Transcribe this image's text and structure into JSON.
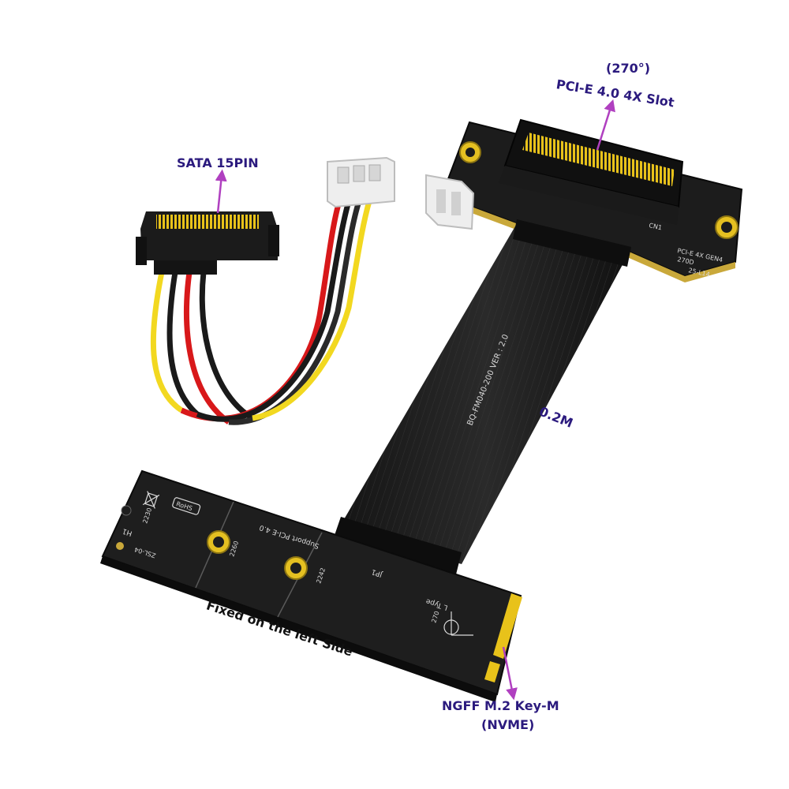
{
  "callouts": {
    "pcie_angle": "(270°)",
    "pcie_slot": "PCI-E 4.0 4X Slot",
    "sata": "SATA 15PIN",
    "length": "0.2M",
    "fixed_side": "Fixed on the left Side",
    "ngff_line1": "NGFF M.2 Key-M",
    "ngff_line2": "(NVME)"
  },
  "board_markings": {
    "ribbon_code": "BQ-FM040-200  VER : 2.0",
    "pcie_board_type": "PCI-E 4X GEN4",
    "pcie_board_angle": "270D",
    "pcie_board_model": "25-L14",
    "pcie_connector_ref": "CN1",
    "m2_support": "Support PCI-E 4.0",
    "m2_model": "ZSL-04",
    "m2_header": "H1",
    "m2_jumper": "JP1",
    "m2_type": "L Type",
    "m2_angle": "270",
    "m2_len_2230": "2230",
    "m2_len_2260": "2260",
    "m2_len_2242": "2242",
    "m2_rohs": "RoHS"
  },
  "colors": {
    "callout_text": "#2b1a7e",
    "arrow": "#b040c0",
    "pcb": "#1c1c1c",
    "gold": "#e8c21a",
    "wire_red": "#d8181a",
    "wire_yellow": "#f2d820",
    "wire_black": "#1a1a1a"
  },
  "icons": {
    "arrow_pcie": "arrow-up-icon",
    "arrow_sata": "arrow-up-icon",
    "arrow_ngff": "arrow-down-icon",
    "weee": "crossed-bin-icon",
    "rotation": "rotation-arrow-icon"
  }
}
